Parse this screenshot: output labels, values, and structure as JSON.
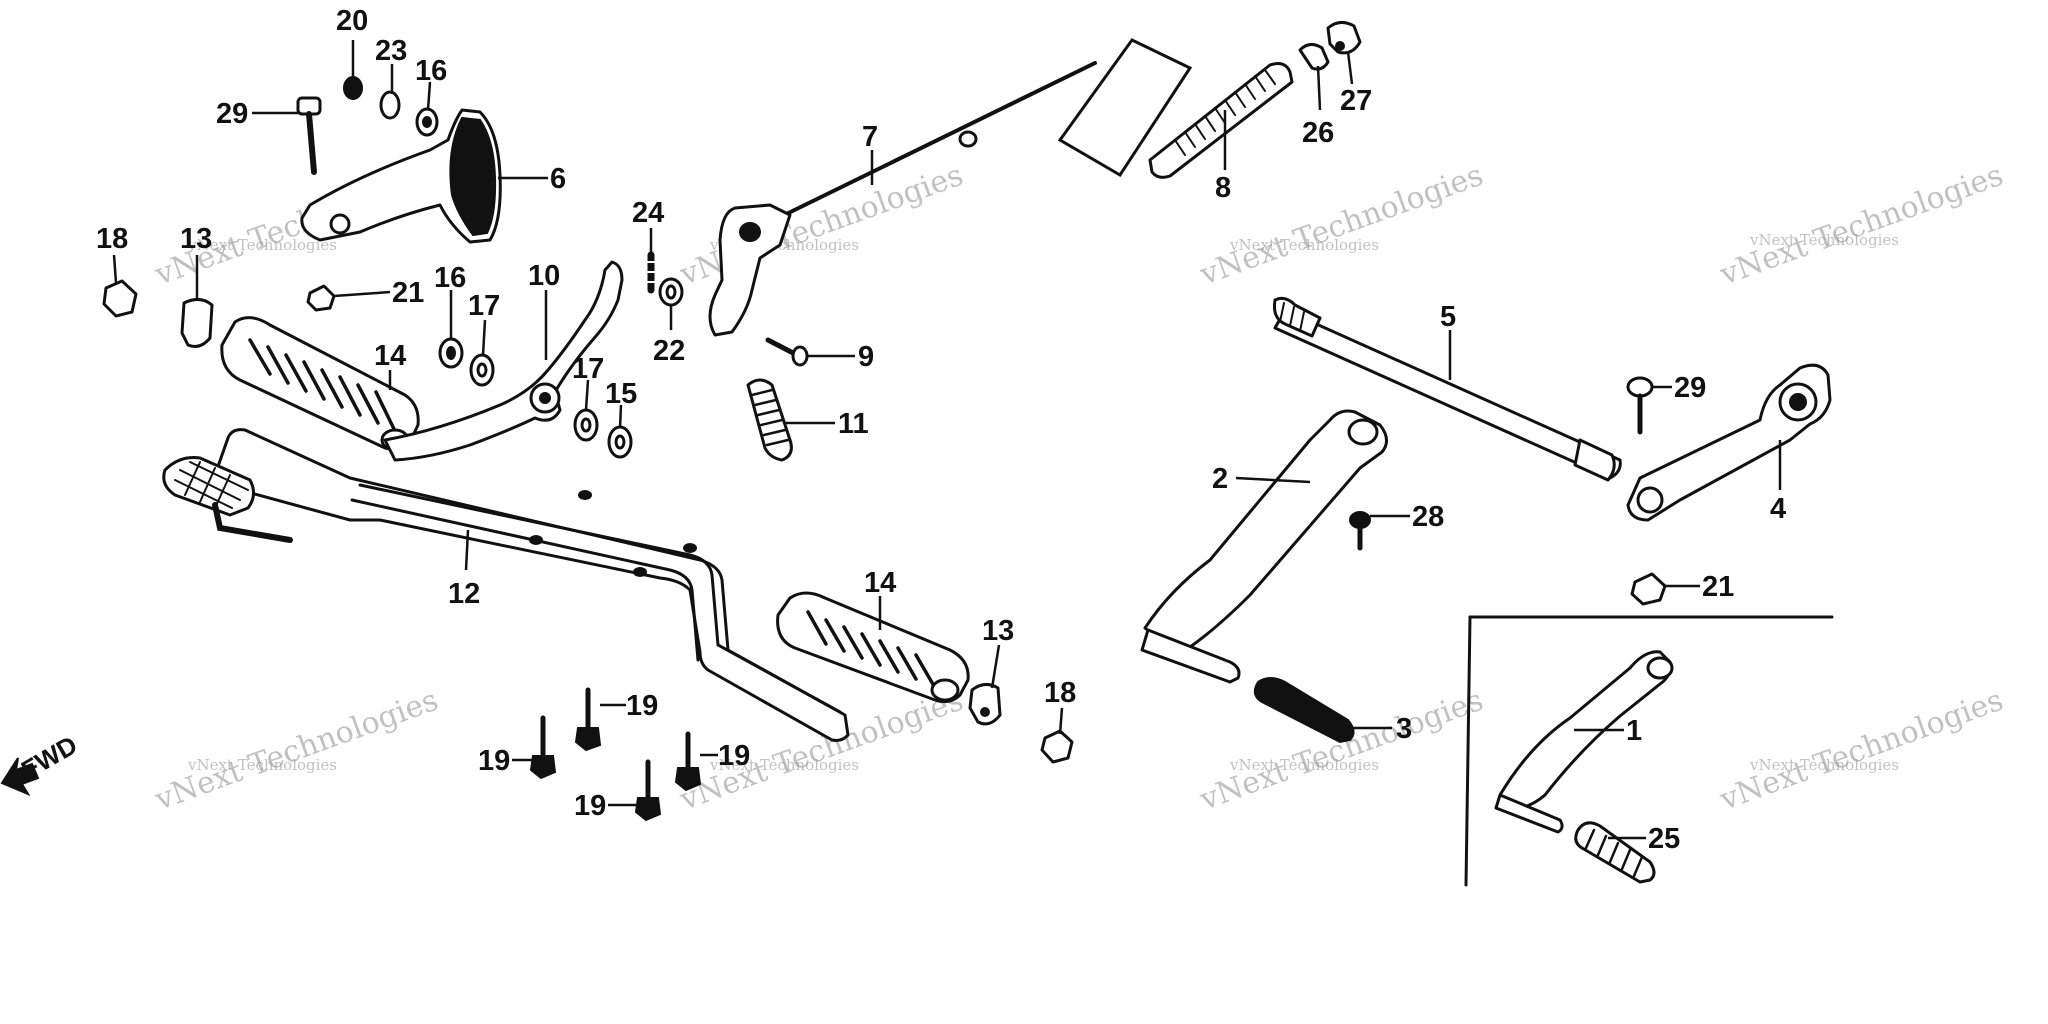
{
  "diagram": {
    "direction_marker": "FWD",
    "watermark": "vNext Technologies",
    "callouts": [
      {
        "id": "c20",
        "label": "20"
      },
      {
        "id": "c23",
        "label": "23"
      },
      {
        "id": "c16a",
        "label": "16"
      },
      {
        "id": "c29a",
        "label": "29"
      },
      {
        "id": "c6",
        "label": "6"
      },
      {
        "id": "c18a",
        "label": "18"
      },
      {
        "id": "c13a",
        "label": "13"
      },
      {
        "id": "c21a",
        "label": "21"
      },
      {
        "id": "c14a",
        "label": "14"
      },
      {
        "id": "c16b",
        "label": "16"
      },
      {
        "id": "c17a",
        "label": "17"
      },
      {
        "id": "c10",
        "label": "10"
      },
      {
        "id": "c17b",
        "label": "17"
      },
      {
        "id": "c15",
        "label": "15"
      },
      {
        "id": "c24",
        "label": "24"
      },
      {
        "id": "c22",
        "label": "22"
      },
      {
        "id": "c7",
        "label": "7"
      },
      {
        "id": "c9",
        "label": "9"
      },
      {
        "id": "c11",
        "label": "11"
      },
      {
        "id": "c12",
        "label": "12"
      },
      {
        "id": "c14b",
        "label": "14"
      },
      {
        "id": "c13b",
        "label": "13"
      },
      {
        "id": "c18b",
        "label": "18"
      },
      {
        "id": "c19a",
        "label": "19"
      },
      {
        "id": "c19b",
        "label": "19"
      },
      {
        "id": "c19c",
        "label": "19"
      },
      {
        "id": "c19d",
        "label": "19"
      },
      {
        "id": "c8",
        "label": "8"
      },
      {
        "id": "c26",
        "label": "26"
      },
      {
        "id": "c27",
        "label": "27"
      },
      {
        "id": "c5",
        "label": "5"
      },
      {
        "id": "c29b",
        "label": "29"
      },
      {
        "id": "c2",
        "label": "2"
      },
      {
        "id": "c28",
        "label": "28"
      },
      {
        "id": "c4",
        "label": "4"
      },
      {
        "id": "c21b",
        "label": "21"
      },
      {
        "id": "c3",
        "label": "3"
      },
      {
        "id": "c1",
        "label": "1"
      },
      {
        "id": "c25",
        "label": "25"
      }
    ]
  }
}
